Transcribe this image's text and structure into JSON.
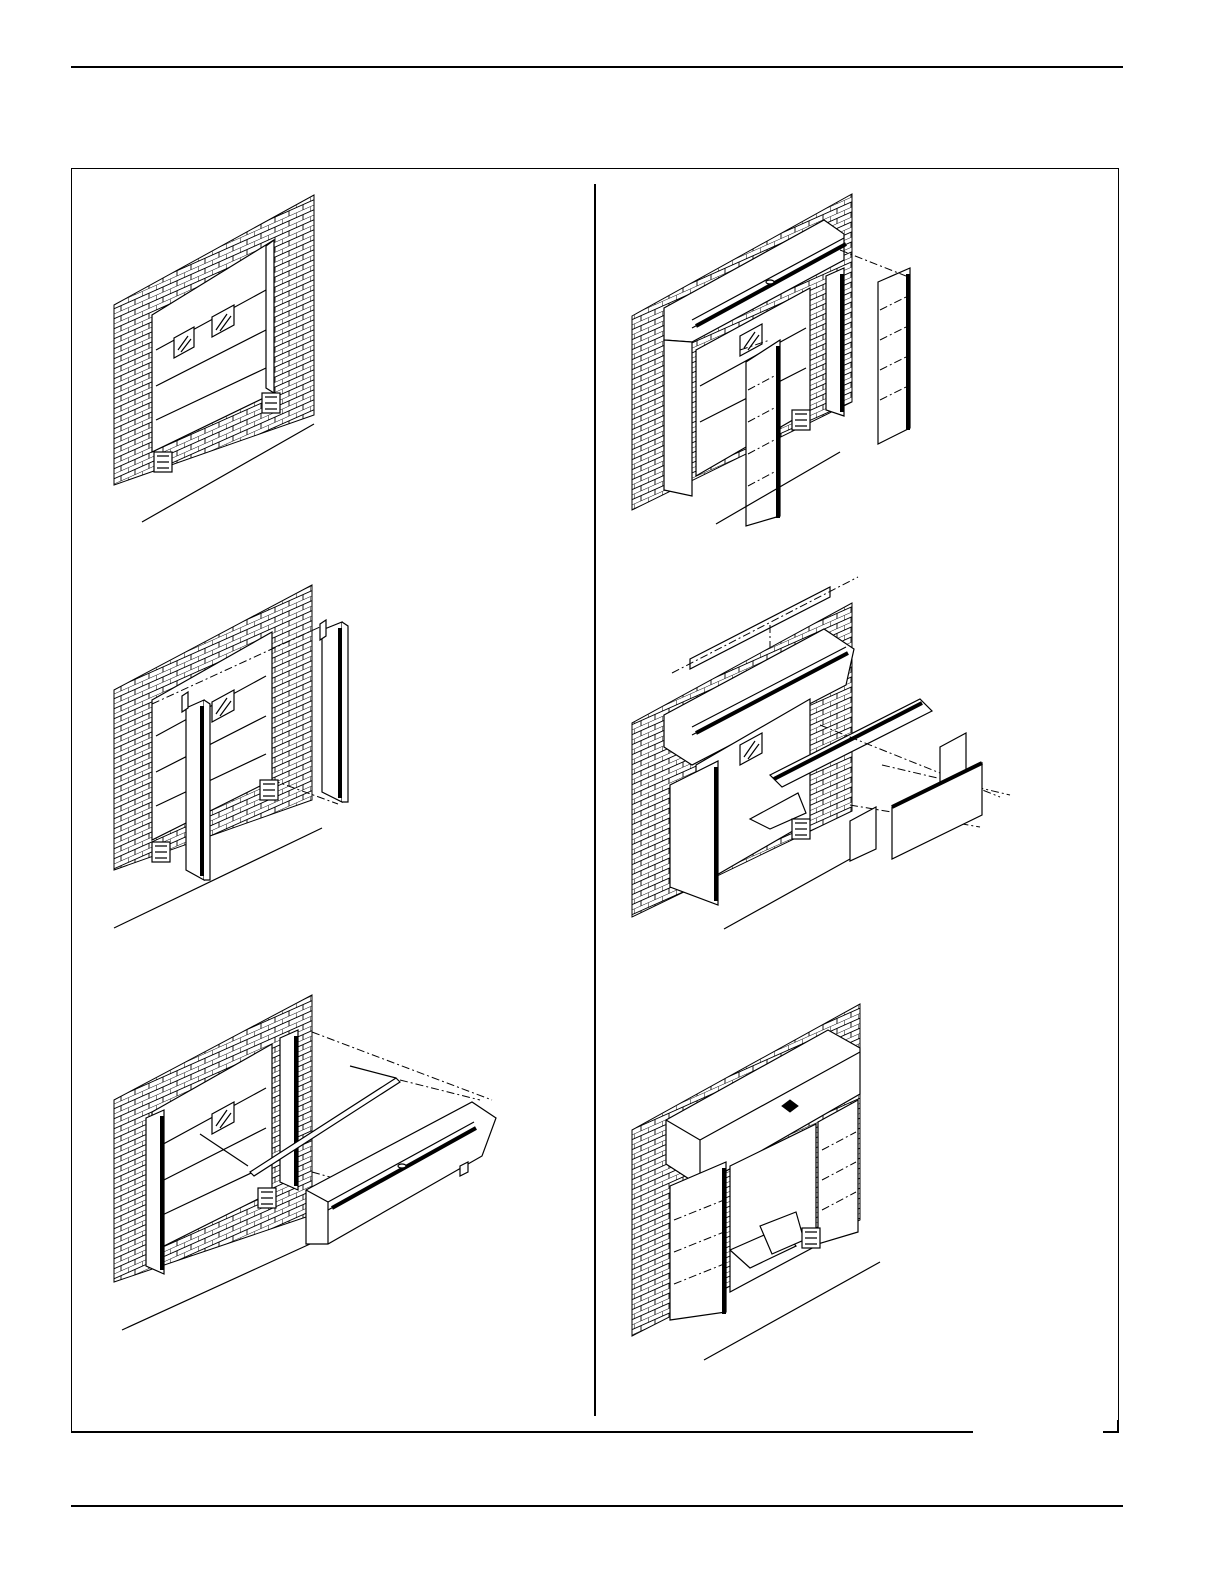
{
  "page": {
    "colors": {
      "ink": "#000000",
      "paper": "#ffffff"
    }
  },
  "figures": [
    {
      "id": "step-1",
      "depicts": "wall-opening-with-overhead-door-and-bumpers"
    },
    {
      "id": "step-2",
      "depicts": "side-pad-frames-mounted-to-wall"
    },
    {
      "id": "step-3",
      "depicts": "head-frame-and-support-arms"
    },
    {
      "id": "step-4",
      "depicts": "side-pads-attached-to-frames"
    },
    {
      "id": "step-5",
      "depicts": "head-curtain-and-side-panels-fastened"
    },
    {
      "id": "step-6",
      "depicts": "completed-dock-shelter"
    }
  ]
}
